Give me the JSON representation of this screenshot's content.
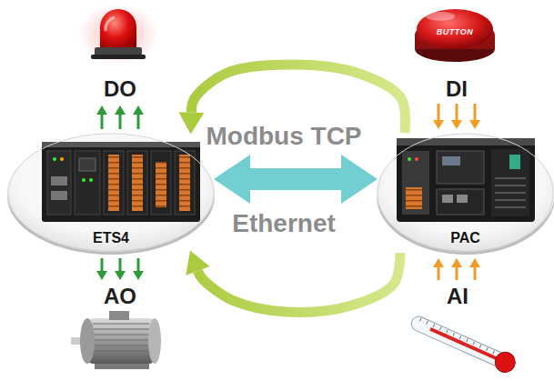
{
  "diagram": {
    "nodes": [
      {
        "text": [
          "ETS4"
        ]
      },
      {
        "text": [
          "PAC"
        ]
      }
    ],
    "edges": [
      {
        "from": 0,
        "to": 1,
        "arrow": "both"
      },
      {
        "from": 1,
        "to": 0,
        "arrow": "to"
      },
      {
        "from": 1,
        "to": 0,
        "arrow": "to"
      }
    ],
    "labels": [
      "DO",
      "DI",
      "Modbus TCP",
      "Ethernet",
      "AO",
      "AI",
      "BUTTON"
    ]
  }
}
